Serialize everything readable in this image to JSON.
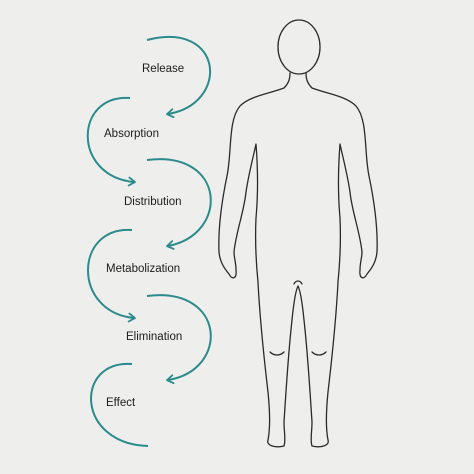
{
  "steps": [
    {
      "label": "Release"
    },
    {
      "label": "Absorption"
    },
    {
      "label": "Distribution"
    },
    {
      "label": "Metabolization"
    },
    {
      "label": "Elimination"
    },
    {
      "label": "Effect"
    }
  ],
  "colors": {
    "arrow": "#2b8a8a",
    "outline": "#2a2a2a",
    "text": "#1c1c1c",
    "background": "#eeeeed"
  }
}
